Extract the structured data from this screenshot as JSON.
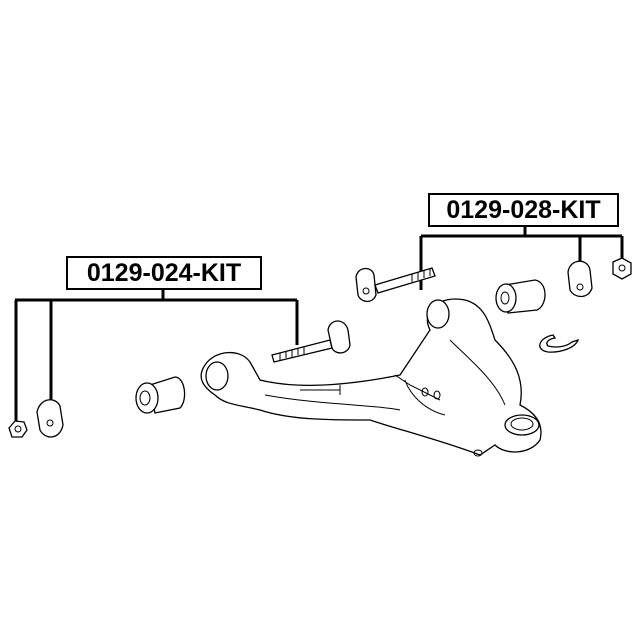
{
  "kits": [
    {
      "part_number": "0129-024-KIT",
      "components": [
        "nut",
        "cam-washer",
        "cam-bolt"
      ]
    },
    {
      "part_number": "0129-028-KIT",
      "components": [
        "cam-bolt",
        "cam-washer",
        "nut"
      ]
    }
  ]
}
